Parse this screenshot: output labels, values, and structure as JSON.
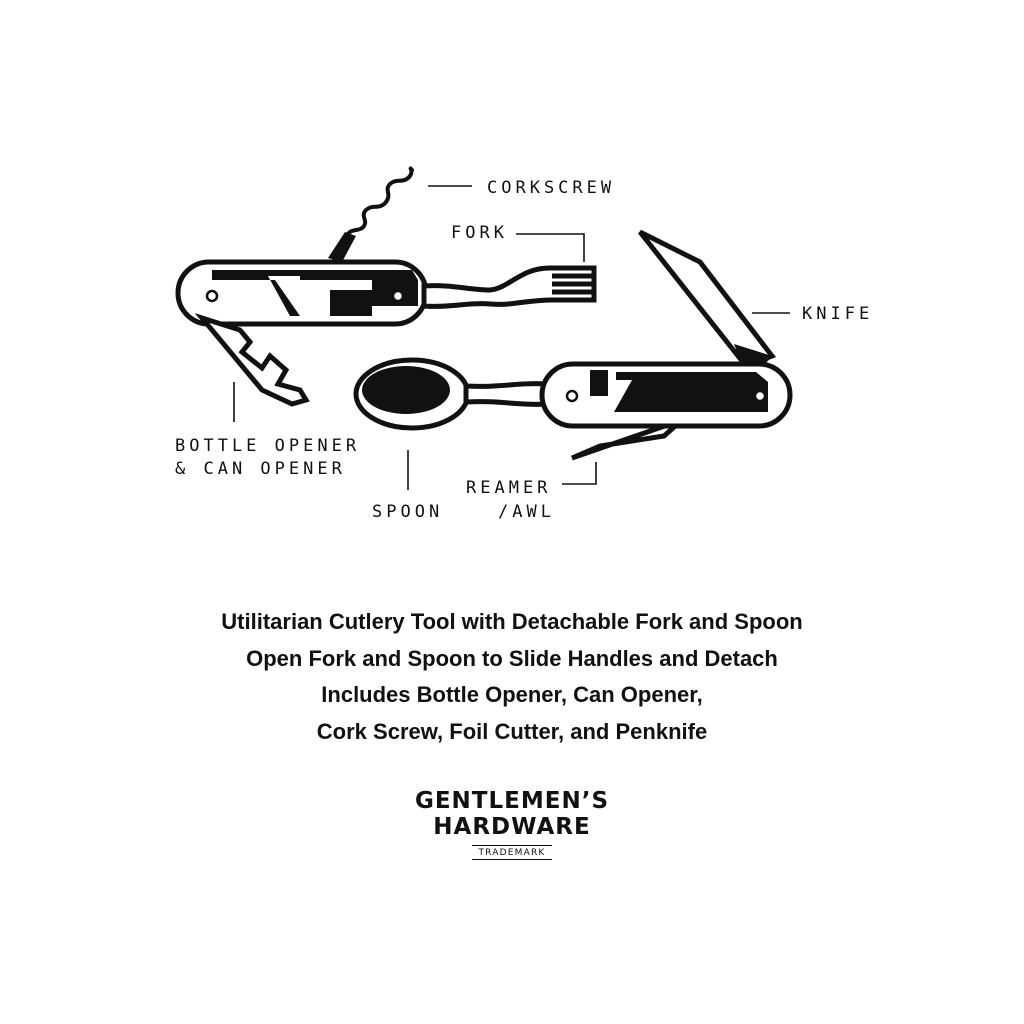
{
  "diagram": {
    "labels": {
      "corkscrew": "CORKSCREW",
      "fork": "FORK",
      "knife": "KNIFE",
      "bottle_opener_line1": "BOTTLE OPENER",
      "bottle_opener_line2": "& CAN OPENER",
      "spoon": "SPOON",
      "reamer_line1": "REAMER",
      "reamer_line2": "/AWL"
    }
  },
  "features": [
    "Utilitarian Cutlery Tool with Detachable Fork and Spoon",
    "Open Fork and Spoon to Slide Handles and Detach",
    "Includes Bottle Opener, Can Opener,",
    "Cork Screw, Foil Cutter, and Penknife"
  ],
  "brand": {
    "line1": "GENTLEMEN’S",
    "line2": "HARDWARE",
    "tag": "TRADEMARK"
  }
}
